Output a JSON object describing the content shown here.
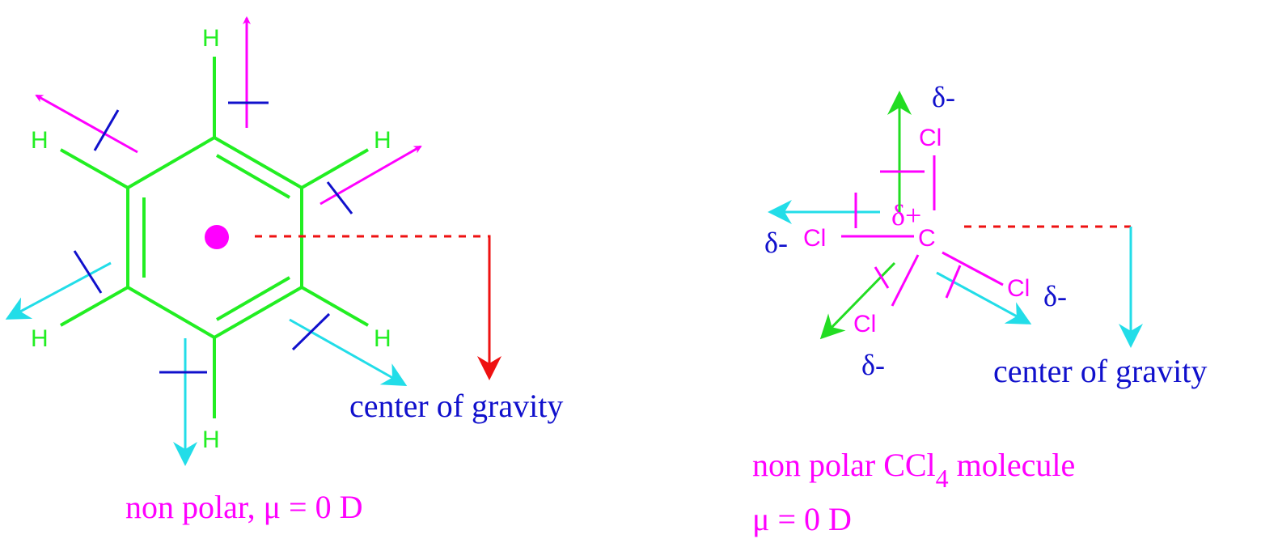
{
  "benzene": {
    "atoms": {
      "h1": "H",
      "h2": "H",
      "h3": "H",
      "h4": "H",
      "h5": "H",
      "h6": "H"
    },
    "cog_label": "center of gravity",
    "caption": "non polar, μ =  0  D"
  },
  "ccl4": {
    "atoms": {
      "c": "C",
      "cl_top": "Cl",
      "cl_left": "Cl",
      "cl_bottom": "Cl",
      "cl_right": "Cl"
    },
    "charges": {
      "delta_plus": "δ+",
      "delta_top": "δ-",
      "delta_left": "δ-",
      "delta_bottom": "δ-",
      "delta_right": "δ-"
    },
    "cog_label": "center of gravity",
    "caption_line1_prefix": "non polar CCl",
    "caption_line1_sub": "4",
    "caption_line1_suffix": " molecule",
    "caption_line2": "μ = 0 D"
  },
  "colors": {
    "bond": "#22ee22",
    "magenta": "#ff00ff",
    "cyan": "#22dde8",
    "blue": "#1010cc",
    "red": "#ee1111",
    "green_arrow": "#22dd22"
  }
}
